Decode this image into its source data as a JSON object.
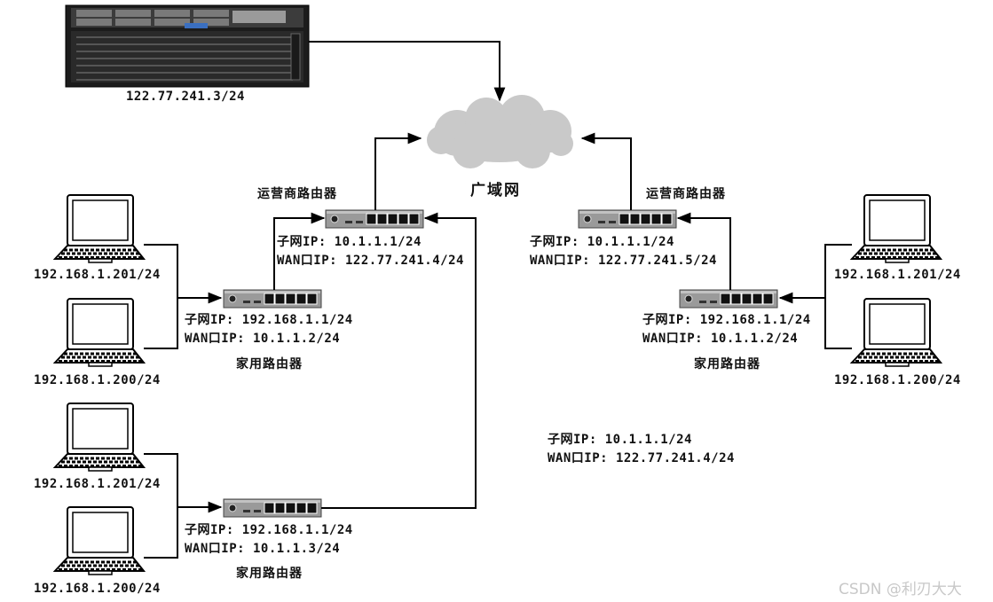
{
  "server": {
    "ip": "122.77.241.3/24"
  },
  "wan": {
    "label": "广域网"
  },
  "isp_left": {
    "title": "运营商路由器",
    "subnet": "子网IP: 10.1.1.1/24",
    "wan": "WAN口IP: 122.77.241.4/24"
  },
  "isp_right": {
    "title": "运营商路由器",
    "subnet": "子网IP: 10.1.1.1/24",
    "wan": "WAN口IP: 122.77.241.5/24"
  },
  "home_a": {
    "title": "家用路由器",
    "subnet": "子网IP: 192.168.1.1/24",
    "wan": "WAN口IP: 10.1.1.2/24",
    "pc_top": "192.168.1.201/24",
    "pc_bottom": "192.168.1.200/24"
  },
  "home_b": {
    "title": "家用路由器",
    "subnet": "子网IP: 192.168.1.1/24",
    "wan": "WAN口IP: 10.1.1.3/24",
    "pc_top": "192.168.1.201/24",
    "pc_bottom": "192.168.1.200/24"
  },
  "home_c": {
    "title": "家用路由器",
    "subnet": "子网IP: 192.168.1.1/24",
    "wan": "WAN口IP: 10.1.1.2/24",
    "pc_top": "192.168.1.201/24",
    "pc_bottom": "192.168.1.200/24"
  },
  "note": {
    "subnet": "子网IP: 10.1.1.1/24",
    "wan": "WAN口IP: 122.77.241.4/24"
  },
  "watermark": "CSDN @利刃大大"
}
